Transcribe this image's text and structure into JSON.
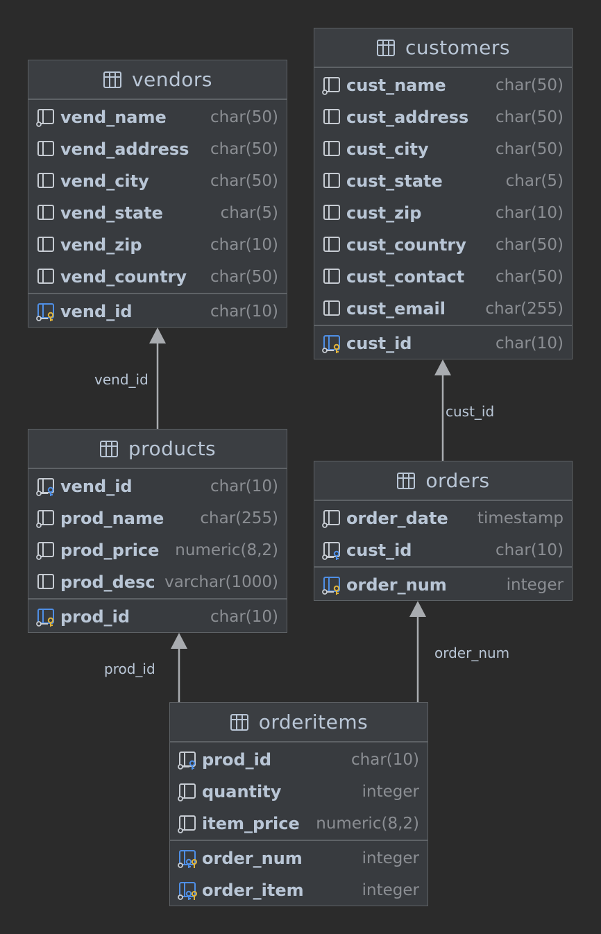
{
  "colors": {
    "background": "#2b2b2b",
    "table_fill": "#383b3f",
    "table_border": "#5e6266",
    "text": "#b9c6d6",
    "type_text": "#8b8e93",
    "key_gold": "#e0b33a",
    "key_blue": "#4f8fe6"
  },
  "tables": {
    "vendors": {
      "title": "vendors",
      "columns": [
        {
          "name": "vend_name",
          "type": "char(50)",
          "icon": "column-notnull-icon"
        },
        {
          "name": "vend_address",
          "type": "char(50)",
          "icon": "column-icon"
        },
        {
          "name": "vend_city",
          "type": "char(50)",
          "icon": "column-icon"
        },
        {
          "name": "vend_state",
          "type": "char(5)",
          "icon": "column-icon"
        },
        {
          "name": "vend_zip",
          "type": "char(10)",
          "icon": "column-icon"
        },
        {
          "name": "vend_country",
          "type": "char(50)",
          "icon": "column-icon"
        }
      ],
      "keys": [
        {
          "name": "vend_id",
          "type": "char(10)",
          "icon": "primary-key-icon"
        }
      ]
    },
    "customers": {
      "title": "customers",
      "columns": [
        {
          "name": "cust_name",
          "type": "char(50)",
          "icon": "column-notnull-icon"
        },
        {
          "name": "cust_address",
          "type": "char(50)",
          "icon": "column-icon"
        },
        {
          "name": "cust_city",
          "type": "char(50)",
          "icon": "column-icon"
        },
        {
          "name": "cust_state",
          "type": "char(5)",
          "icon": "column-icon"
        },
        {
          "name": "cust_zip",
          "type": "char(10)",
          "icon": "column-icon"
        },
        {
          "name": "cust_country",
          "type": "char(50)",
          "icon": "column-icon"
        },
        {
          "name": "cust_contact",
          "type": "char(50)",
          "icon": "column-icon"
        },
        {
          "name": "cust_email",
          "type": "char(255)",
          "icon": "column-icon"
        }
      ],
      "keys": [
        {
          "name": "cust_id",
          "type": "char(10)",
          "icon": "primary-key-icon"
        }
      ]
    },
    "products": {
      "title": "products",
      "columns": [
        {
          "name": "vend_id",
          "type": "char(10)",
          "icon": "foreign-key-icon"
        },
        {
          "name": "prod_name",
          "type": "char(255)",
          "icon": "column-notnull-icon"
        },
        {
          "name": "prod_price",
          "type": "numeric(8,2)",
          "icon": "column-notnull-icon"
        },
        {
          "name": "prod_desc",
          "type": "varchar(1000)",
          "icon": "column-icon"
        }
      ],
      "keys": [
        {
          "name": "prod_id",
          "type": "char(10)",
          "icon": "primary-key-icon"
        }
      ]
    },
    "orders": {
      "title": "orders",
      "columns": [
        {
          "name": "order_date",
          "type": "timestamp",
          "icon": "column-notnull-icon"
        },
        {
          "name": "cust_id",
          "type": "char(10)",
          "icon": "foreign-key-icon"
        }
      ],
      "keys": [
        {
          "name": "order_num",
          "type": "integer",
          "icon": "primary-key-icon"
        }
      ]
    },
    "orderitems": {
      "title": "orderitems",
      "columns": [
        {
          "name": "prod_id",
          "type": "char(10)",
          "icon": "foreign-key-icon"
        },
        {
          "name": "quantity",
          "type": "integer",
          "icon": "column-notnull-icon"
        },
        {
          "name": "item_price",
          "type": "numeric(8,2)",
          "icon": "column-notnull-icon"
        }
      ],
      "keys": [
        {
          "name": "order_num",
          "type": "integer",
          "icon": "primary-foreign-key-icon"
        },
        {
          "name": "order_item",
          "type": "integer",
          "icon": "primary-foreign-key-icon"
        }
      ]
    }
  },
  "relations": {
    "products_vendors": "vend_id",
    "orders_customers": "cust_id",
    "orderitems_products": "prod_id",
    "orderitems_orders": "order_num"
  }
}
